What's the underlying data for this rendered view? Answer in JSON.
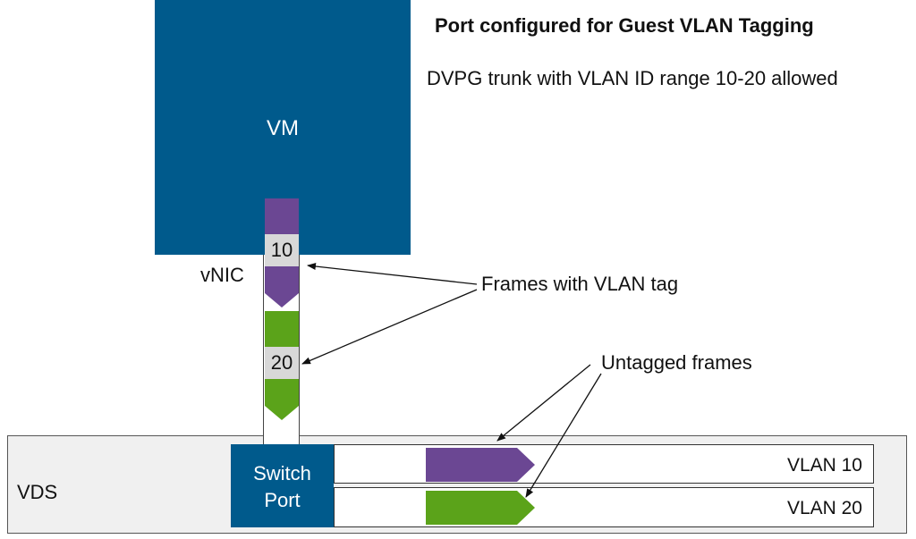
{
  "title": "Port configured for Guest VLAN Tagging",
  "subtitle": "DVPG trunk with VLAN ID range 10-20 allowed",
  "vm": {
    "label": "VM"
  },
  "vnic": {
    "label": "vNIC"
  },
  "frames": [
    {
      "tag": "10",
      "color": "#6b4793"
    },
    {
      "tag": "20",
      "color": "#5ba31a"
    }
  ],
  "vds": {
    "label": "VDS",
    "switch_port": {
      "line1": "Switch",
      "line2": "Port"
    },
    "lanes": [
      {
        "label": "VLAN 10",
        "color": "#6b4793"
      },
      {
        "label": "VLAN 20",
        "color": "#5ba31a"
      }
    ]
  },
  "annotations": {
    "tagged": "Frames with VLAN tag",
    "untagged": "Untagged frames"
  }
}
